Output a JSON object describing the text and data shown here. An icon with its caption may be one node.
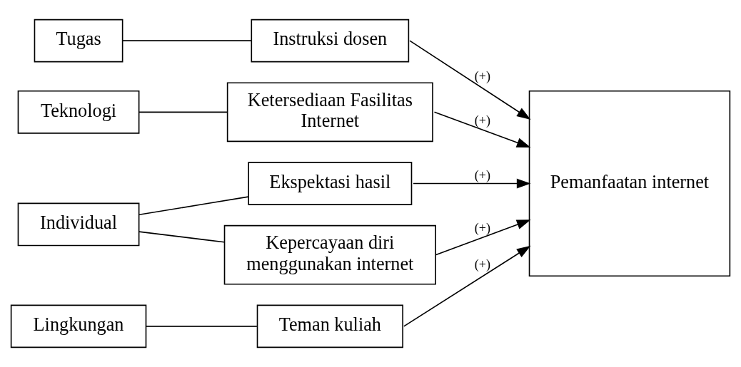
{
  "diagram": {
    "nodes": [
      {
        "text": [
          "Tugas"
        ]
      },
      {
        "text": [
          "Instruksi dosen"
        ]
      },
      {
        "text": [
          "Teknologi"
        ]
      },
      {
        "text": [
          "Ketersediaan Fasilitas Internet"
        ]
      },
      {
        "text": [
          "Individual"
        ]
      },
      {
        "text": [
          "Ekspektasi hasil"
        ]
      },
      {
        "text": [
          "Kepercayaan diri menggunakan internet"
        ]
      },
      {
        "text": [
          "Lingkungan"
        ]
      },
      {
        "text": [
          "Teman kuliah"
        ]
      },
      {
        "text": [
          "Pemanfaatan internet"
        ]
      }
    ],
    "edges": [
      {
        "from": 0,
        "to": 1,
        "arrow": "none"
      },
      {
        "from": 2,
        "to": 3,
        "arrow": "none"
      },
      {
        "from": 4,
        "to": 5,
        "arrow": "none"
      },
      {
        "from": 4,
        "to": 6,
        "arrow": "none"
      },
      {
        "from": 7,
        "to": 8,
        "arrow": "none"
      },
      {
        "from": 1,
        "to": 9,
        "arrow": "to",
        "label": "(+)"
      },
      {
        "from": 3,
        "to": 9,
        "arrow": "to",
        "label": "(+)"
      },
      {
        "from": 5,
        "to": 9,
        "arrow": "to",
        "label": "(+)"
      },
      {
        "from": 6,
        "to": 9,
        "arrow": "to",
        "label": "(+)"
      },
      {
        "from": 8,
        "to": 9,
        "arrow": "to",
        "label": "(+)"
      }
    ]
  }
}
